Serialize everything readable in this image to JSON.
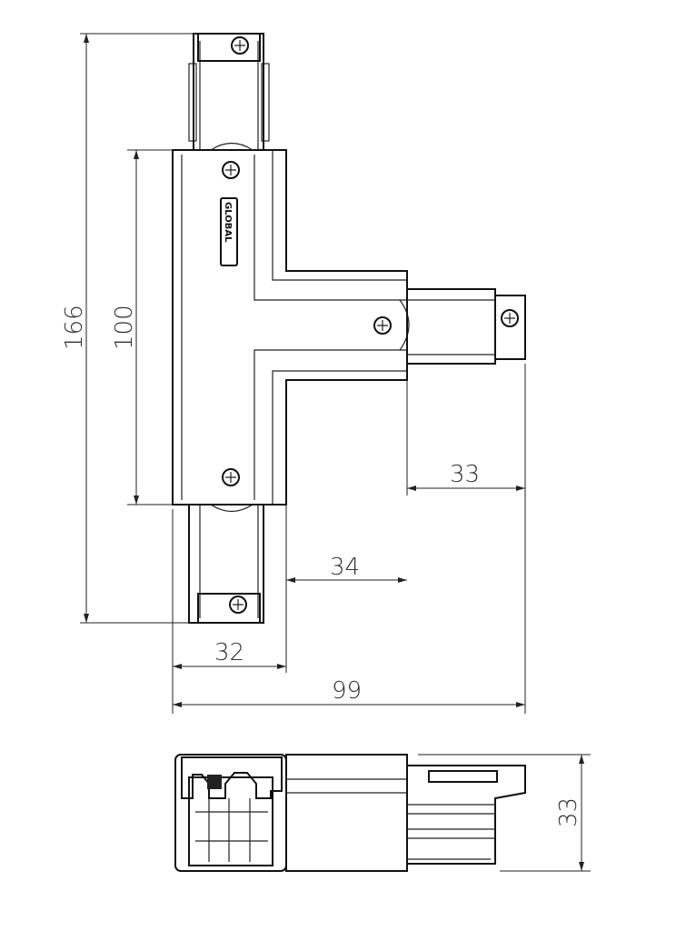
{
  "drawing": {
    "logo_text": "GLOBAL",
    "dimensions": {
      "overall_height": "166",
      "body_height": "100",
      "connector_length": "33",
      "arm_length": "34",
      "body_width": "32",
      "overall_width": "99",
      "side_height": "33"
    }
  }
}
